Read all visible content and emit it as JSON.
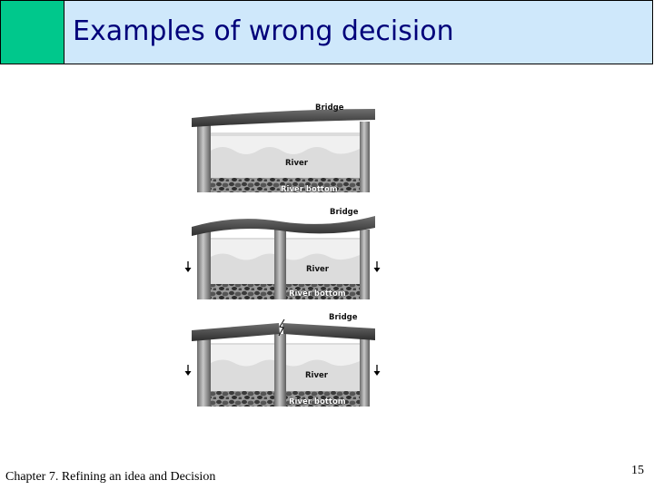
{
  "title": "Examples of wrong decision",
  "footer": {
    "chapter": "Chapter 7. Refining an idea and Decision",
    "page_number": "15"
  },
  "diagram": {
    "panels": [
      {
        "bridge_label": "Bridge",
        "river_label": "River",
        "bottom_label": "River bottom"
      },
      {
        "bridge_label": "Bridge",
        "river_label": "River",
        "bottom_label": "River bottom"
      },
      {
        "bridge_label": "Bridge",
        "river_label": "River",
        "bottom_label": "River bottom"
      }
    ]
  },
  "colors": {
    "title_bar": "#cfe8fb",
    "title_accent": "#00c88c",
    "title_text": "#00007a"
  }
}
